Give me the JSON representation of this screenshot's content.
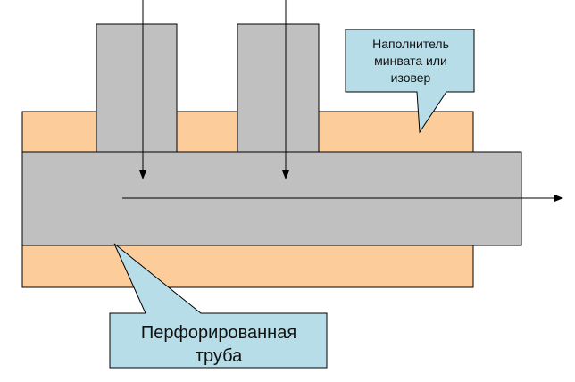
{
  "colors": {
    "pipe": "#c0c0c0",
    "insulation": "#fccc9a",
    "callout": "#b7dde8",
    "outline": "#000000"
  },
  "callouts": {
    "filler": {
      "lines": [
        "Наполнитель",
        "минвата или",
        "изовер"
      ]
    },
    "pipe": {
      "lines": [
        "Перфорированная",
        "труба"
      ]
    }
  }
}
